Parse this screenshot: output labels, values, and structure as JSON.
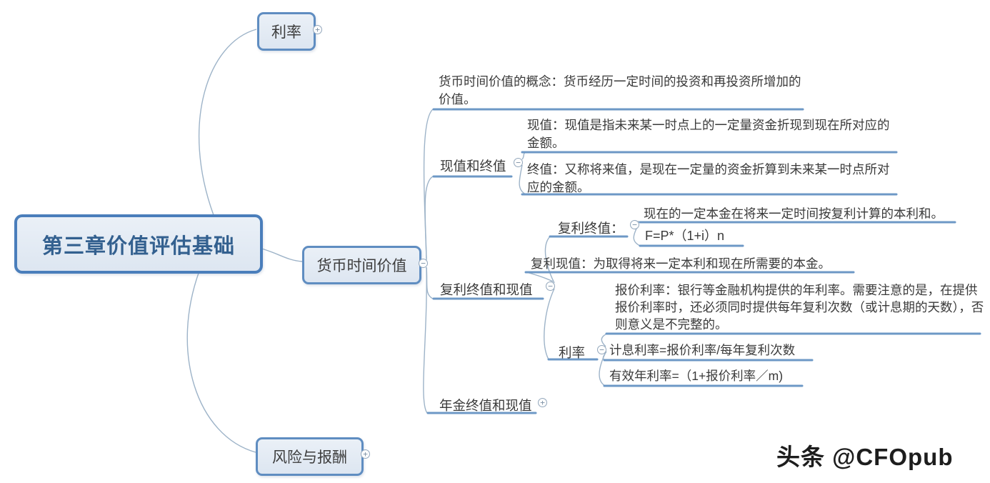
{
  "mindmap": {
    "root": {
      "label": "第三章价值评估基础"
    },
    "interest_rate_branch": {
      "label": "利率",
      "expander": "+"
    },
    "risk_reward_branch": {
      "label": "风险与报酬",
      "expander": "+"
    },
    "time_value": {
      "label": "货币时间价值",
      "expander": "−",
      "concept": "货币时间价值的概念：货币经历一定时间的投资和再投资所增加的价值。",
      "pv_fv": {
        "label": "现值和终值",
        "expander": "−",
        "pv": "现值：现值是指未来某一时点上的一定量资金折现到现在所对应的金额。",
        "fv": "终值：又称将来值，是现在一定量的资金折算到未来某一时点所对应的金额。"
      },
      "compound": {
        "label": "复利终值和现值",
        "expander": "−",
        "compound_fv": {
          "label": "复利终值：",
          "expander": "−",
          "definition": "现在的一定本金在将来一定时间按复利计算的本利和。",
          "formula": "F=P*（1+i）n"
        },
        "compound_pv": "复利现值：为取得将来一定本利和现在所需要的本金。",
        "rates": {
          "label": "利率",
          "expander": "−",
          "quoted": "报价利率：银行等金融机构提供的年利率。需要注意的是，在提供报价利率时，还必须同时提供每年复利次数（或计息期的天数），否则意义是不完整的。",
          "periodic": "计息利率=报价利率/每年复利次数",
          "effective": "有效年利率=（1+报价利率／m)"
        }
      },
      "annuity": {
        "label": "年金终值和现值",
        "expander": "+"
      }
    },
    "watermark": "头条 @CFOpub",
    "colors": {
      "node_border": "#5f8dc1",
      "node_fill": "#e2eaf4",
      "root_text": "#33608f",
      "underline": "#6d98c6",
      "connector": "#9db3c8"
    }
  }
}
